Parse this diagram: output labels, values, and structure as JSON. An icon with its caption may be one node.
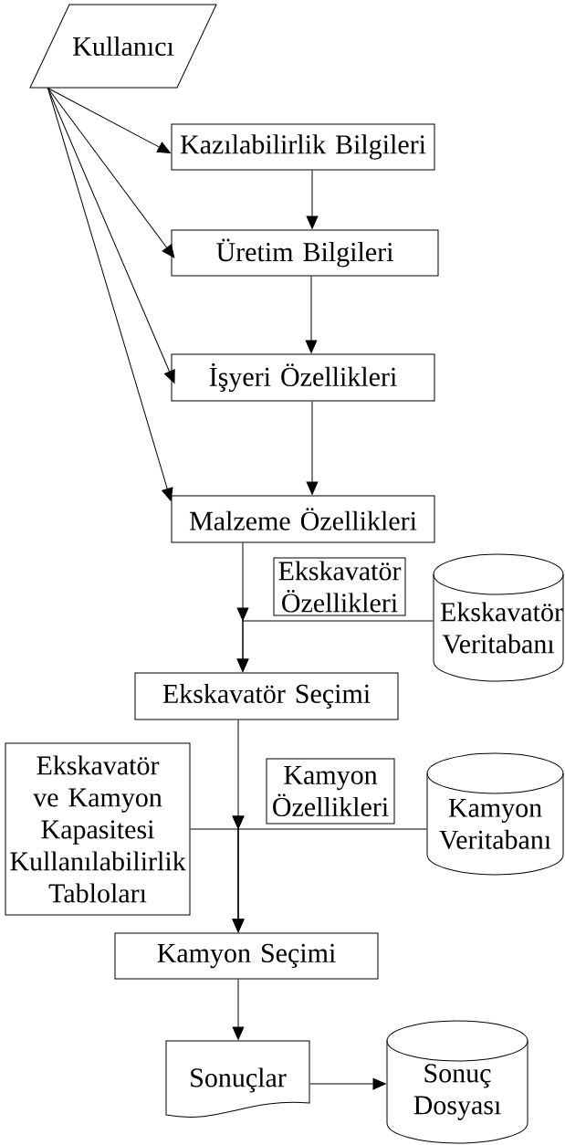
{
  "diagram": {
    "nodes": [
      {
        "text": [
          "Kullanıcı"
        ]
      },
      {
        "text": [
          "Kazılabilirlik Bilgileri"
        ]
      },
      {
        "text": [
          "Üretim Bilgileri"
        ]
      },
      {
        "text": [
          "İşyeri Özellikleri"
        ]
      },
      {
        "text": [
          "Malzeme Özellikleri"
        ]
      },
      {
        "text": [
          "Ekskavatör Özellikleri"
        ]
      },
      {
        "text": [
          "Ekskavatör Veritabanı"
        ]
      },
      {
        "text": [
          "Ekskavatör Seçimi"
        ]
      },
      {
        "text": [
          "Ekskavatör ve Kamyon Kapasitesi Kullanılabilirlik Tabloları"
        ]
      },
      {
        "text": [
          "Kamyon Özellikleri"
        ]
      },
      {
        "text": [
          "Kamyon Veritabanı"
        ]
      },
      {
        "text": [
          "Kamyon Seçimi"
        ]
      },
      {
        "text": [
          "Sonuçlar"
        ]
      },
      {
        "text": [
          "Sonuç Dosyası"
        ]
      }
    ],
    "edges": [
      {
        "from": 0,
        "to": 1,
        "arrow": "to"
      },
      {
        "from": 0,
        "to": 2,
        "arrow": "to"
      },
      {
        "from": 0,
        "to": 3,
        "arrow": "to"
      },
      {
        "from": 0,
        "to": 4,
        "arrow": "to"
      },
      {
        "from": 1,
        "to": 2,
        "arrow": "to"
      },
      {
        "from": 2,
        "to": 3,
        "arrow": "to"
      },
      {
        "from": 3,
        "to": 4,
        "arrow": "to"
      },
      {
        "from": 4,
        "to": 7,
        "arrow": "to"
      },
      {
        "from": 6,
        "to": 7,
        "arrow": "to"
      },
      {
        "from": 7,
        "to": 11,
        "arrow": "to"
      },
      {
        "from": 8,
        "to": 11,
        "arrow": "to"
      },
      {
        "from": 10,
        "to": 11,
        "arrow": "to"
      },
      {
        "from": 11,
        "to": 12,
        "arrow": "to"
      },
      {
        "from": 12,
        "to": 13,
        "arrow": "to"
      }
    ]
  }
}
